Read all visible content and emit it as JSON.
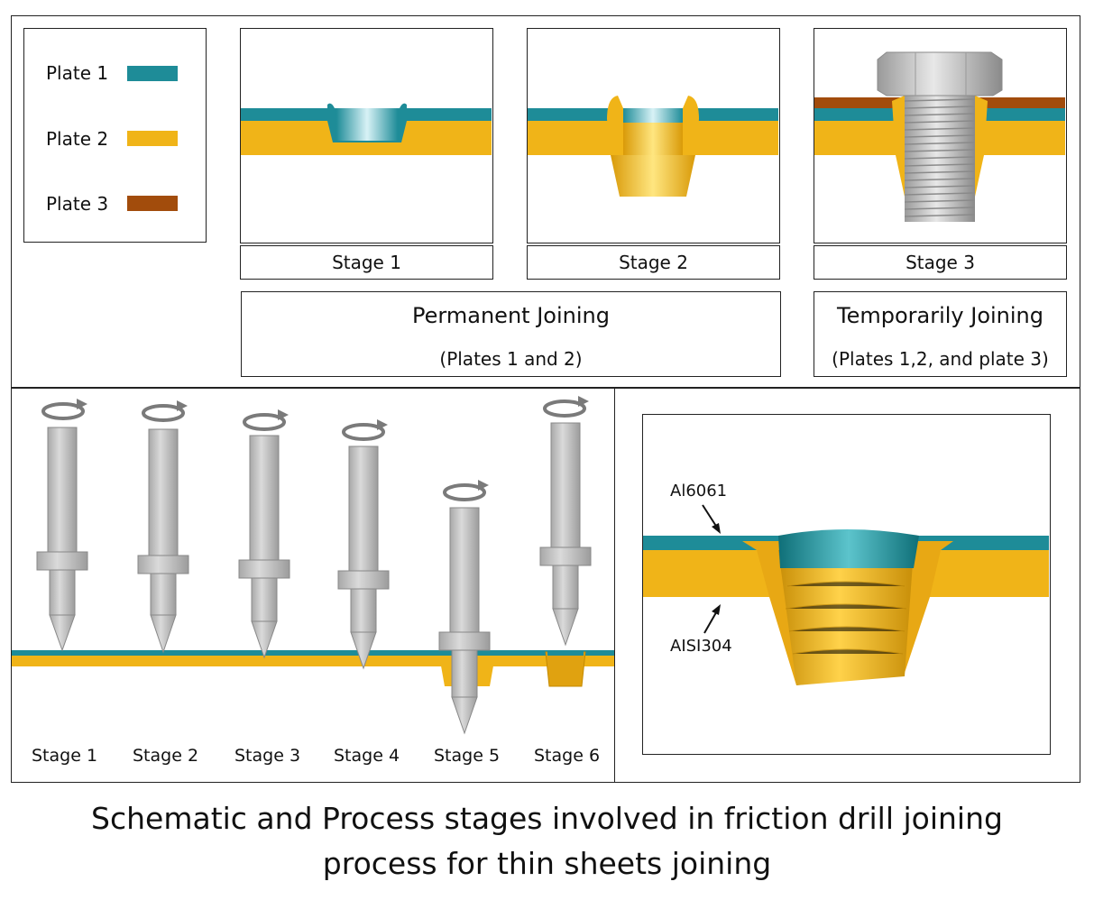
{
  "legend": {
    "items": [
      {
        "label": "Plate 1",
        "color": "#1e8c98"
      },
      {
        "label": "Plate 2",
        "color": "#f0b418"
      },
      {
        "label": "Plate 3",
        "color": "#a24c0c"
      }
    ]
  },
  "schematic": {
    "stage_labels": [
      "Stage 1",
      "Stage 2",
      "Stage 3"
    ],
    "permanent": {
      "title": "Permanent Joining",
      "subtitle": "(Plates 1 and 2)"
    },
    "temporary": {
      "title": "Temporarily Joining",
      "subtitle": "(Plates 1,2, and plate 3)"
    }
  },
  "process": {
    "stage_labels": [
      "Stage 1",
      "Stage 2",
      "Stage 3",
      "Stage 4",
      "Stage 5",
      "Stage 6"
    ]
  },
  "simulation": {
    "top_material": "Al6061",
    "bottom_material": "AISI304"
  },
  "caption": {
    "line1": "Schematic and Process stages involved in friction drill joining",
    "line2": "process for thin sheets joining"
  },
  "colors": {
    "plate1": "#1e8c98",
    "plate2": "#f0b418",
    "plate3": "#a24c0c",
    "tool": "#c4c4c4"
  }
}
